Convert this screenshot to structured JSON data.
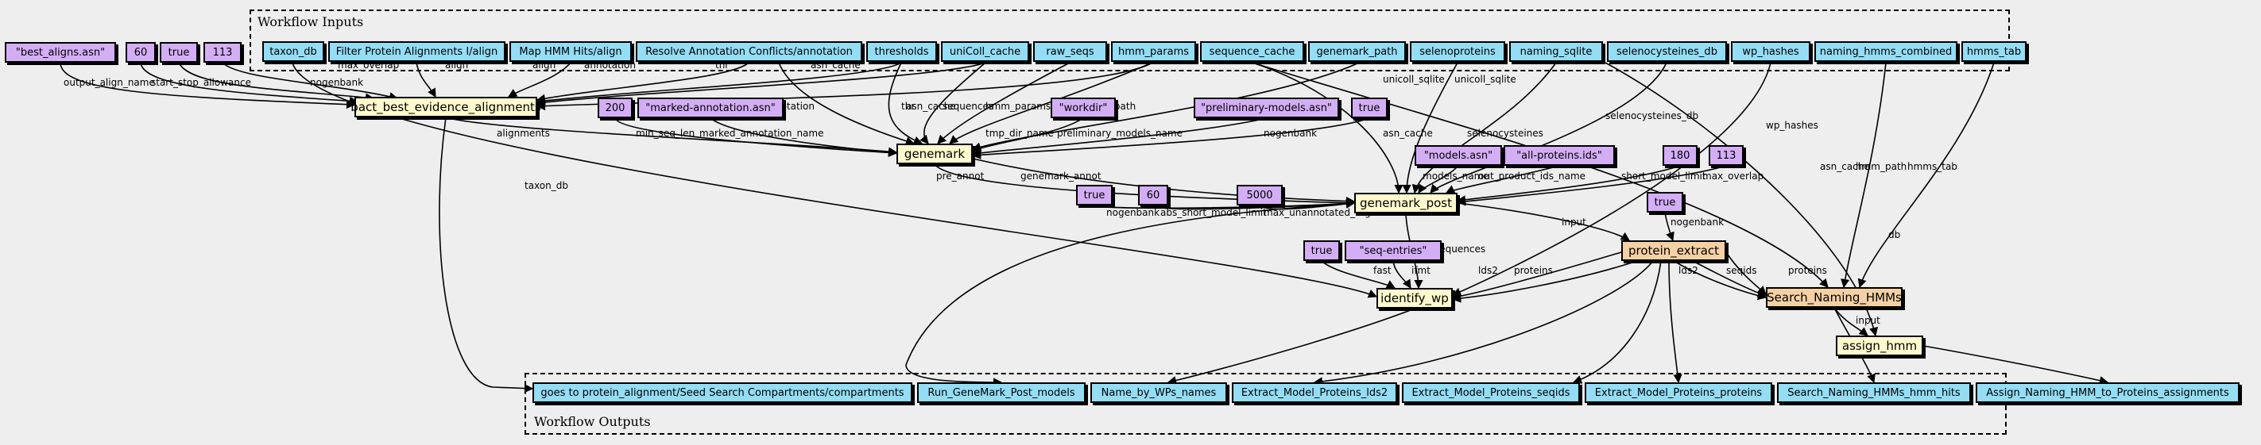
{
  "inputs_cluster": {
    "label": "Workflow Inputs"
  },
  "outputs_cluster": {
    "label": "Workflow Outputs"
  },
  "inputs": {
    "taxon_db": "taxon_db",
    "filter_align": "Filter Protein Alignments I/align",
    "map_hmm": "Map HMM Hits/align",
    "resolve": "Resolve Annotation Conflicts/annotation",
    "thresholds": "thresholds",
    "unicoll_cache": "uniColl_cache",
    "raw_seqs": "raw_seqs",
    "hmm_params": "hmm_params",
    "sequence_cache": "sequence_cache",
    "genemark_path": "genemark_path",
    "selenoproteins": "selenoproteins",
    "naming_sqlite": "naming_sqlite",
    "selenocysteines_db": "selenocysteines_db",
    "wp_hashes": "wp_hashes",
    "naming_hmms_combined": "naming_hmms_combined",
    "hmms_tab": "hmms_tab"
  },
  "params": {
    "best_aligns": "\"best_aligns.asn\"",
    "p60a": "60",
    "true_a": "true",
    "p113a": "113",
    "p200": "200",
    "marked": "\"marked-annotation.asn\"",
    "workdir": "\"workdir\"",
    "prelim": "\"preliminary-models.asn\"",
    "true_b": "true",
    "true_c": "true",
    "p60b": "60",
    "p5000": "5000",
    "models": "\"models.asn\"",
    "allprot": "\"all-proteins.ids\"",
    "p180": "180",
    "p113b": "113",
    "true_d": "true",
    "true_e": "true",
    "seqentries": "\"seq-entries\""
  },
  "steps": {
    "bact": "bact_best_evidence_alignments",
    "genemark": "genemark",
    "gpost": "genemark_post",
    "protx": "protein_extract",
    "snh": "Search_Naming_HMMs",
    "idwp": "identify_wp",
    "assign": "assign_hmm"
  },
  "outputs": {
    "o1": "goes to protein_alignment/Seed Search Compartments/compartments",
    "o2": "Run_GeneMark_Post_models",
    "o3": "Name_by_WPs_names",
    "o4": "Extract_Model_Proteins_lds2",
    "o5": "Extract_Model_Proteins_seqids",
    "o6": "Extract_Model_Proteins_proteins",
    "o7": "Search_Naming_HMMs_hmm_hits",
    "o8": "Assign_Naming_HMM_to_Proteins_assignments"
  },
  "edge_labels": {
    "output_align_name": "output_align_name",
    "start_stop_allowance": "start_stop_allowance",
    "nogenbank": "nogenbank",
    "max_overlap": "max_overlap",
    "align": "align",
    "annotation": "annotation",
    "thr": "thr",
    "asn_cache": "asn_cache",
    "sequences": "sequences",
    "hmm_params": "hmm_params",
    "genemark_path": "genemark_path",
    "unicoll_sqlite": "unicoll_sqlite",
    "min_seq_len": "min_seq_len",
    "marked_annotation_name": "marked_annotation_name",
    "tmp_dir_name": "tmp_dir_name",
    "preliminary_models_name": "preliminary_models_name",
    "alignments": "alignments",
    "taxon_db": "taxon_db",
    "pre_annot": "pre_annot",
    "genemark_annot": "genemark_annot",
    "abs_short_model_limit": "abs_short_model_limit",
    "max_unannotated_region": "max_unannotated_region",
    "selenocysteines": "selenocysteines",
    "selenocysteines_db": "selenocysteines_db",
    "models_name": "models_name",
    "out_product_ids_name": "out_product_ids_name",
    "short_model_limit": "short_model_limit",
    "wp_hashes": "wp_hashes",
    "hmm_path": "hmm_path",
    "hmms_tab": "hmms_tab",
    "db": "db",
    "input": "input",
    "fast": "fast",
    "ifmt": "ifmt",
    "lds2": "lds2",
    "proteins": "proteins",
    "seqids": "seqids"
  }
}
